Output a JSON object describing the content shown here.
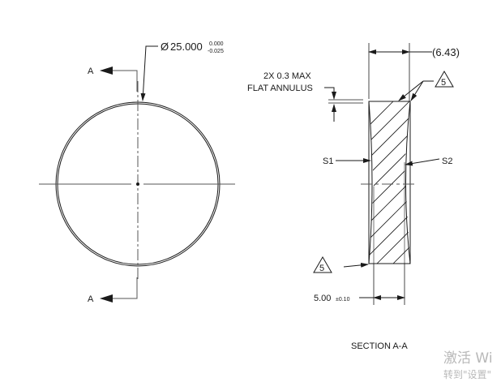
{
  "drawing": {
    "front_view": {
      "diameter_symbol": "Ø",
      "diameter_value": "25.000",
      "tol_upper": "0.000",
      "tol_lower": "-0.025",
      "section_label_top": "A",
      "section_label_bottom": "A"
    },
    "section_view": {
      "ref_dimension": "(6.43)",
      "flat_annulus_line1": "2X 0.3 MAX",
      "flat_annulus_line2": "FLAT ANNULUS",
      "note_flag_top": "5",
      "note_flag_bottom": "5",
      "surface1": "S1",
      "surface2": "S2",
      "thickness_value": "5.00",
      "thickness_tol": "±0.10",
      "title": "SECTION A-A"
    }
  },
  "watermark": {
    "line1": "激活 Wi",
    "line2": "转到\"设置\""
  },
  "colors": {
    "line": "#1a1a1a",
    "centerline": "#555555",
    "watermark": "#b8b8b8"
  }
}
